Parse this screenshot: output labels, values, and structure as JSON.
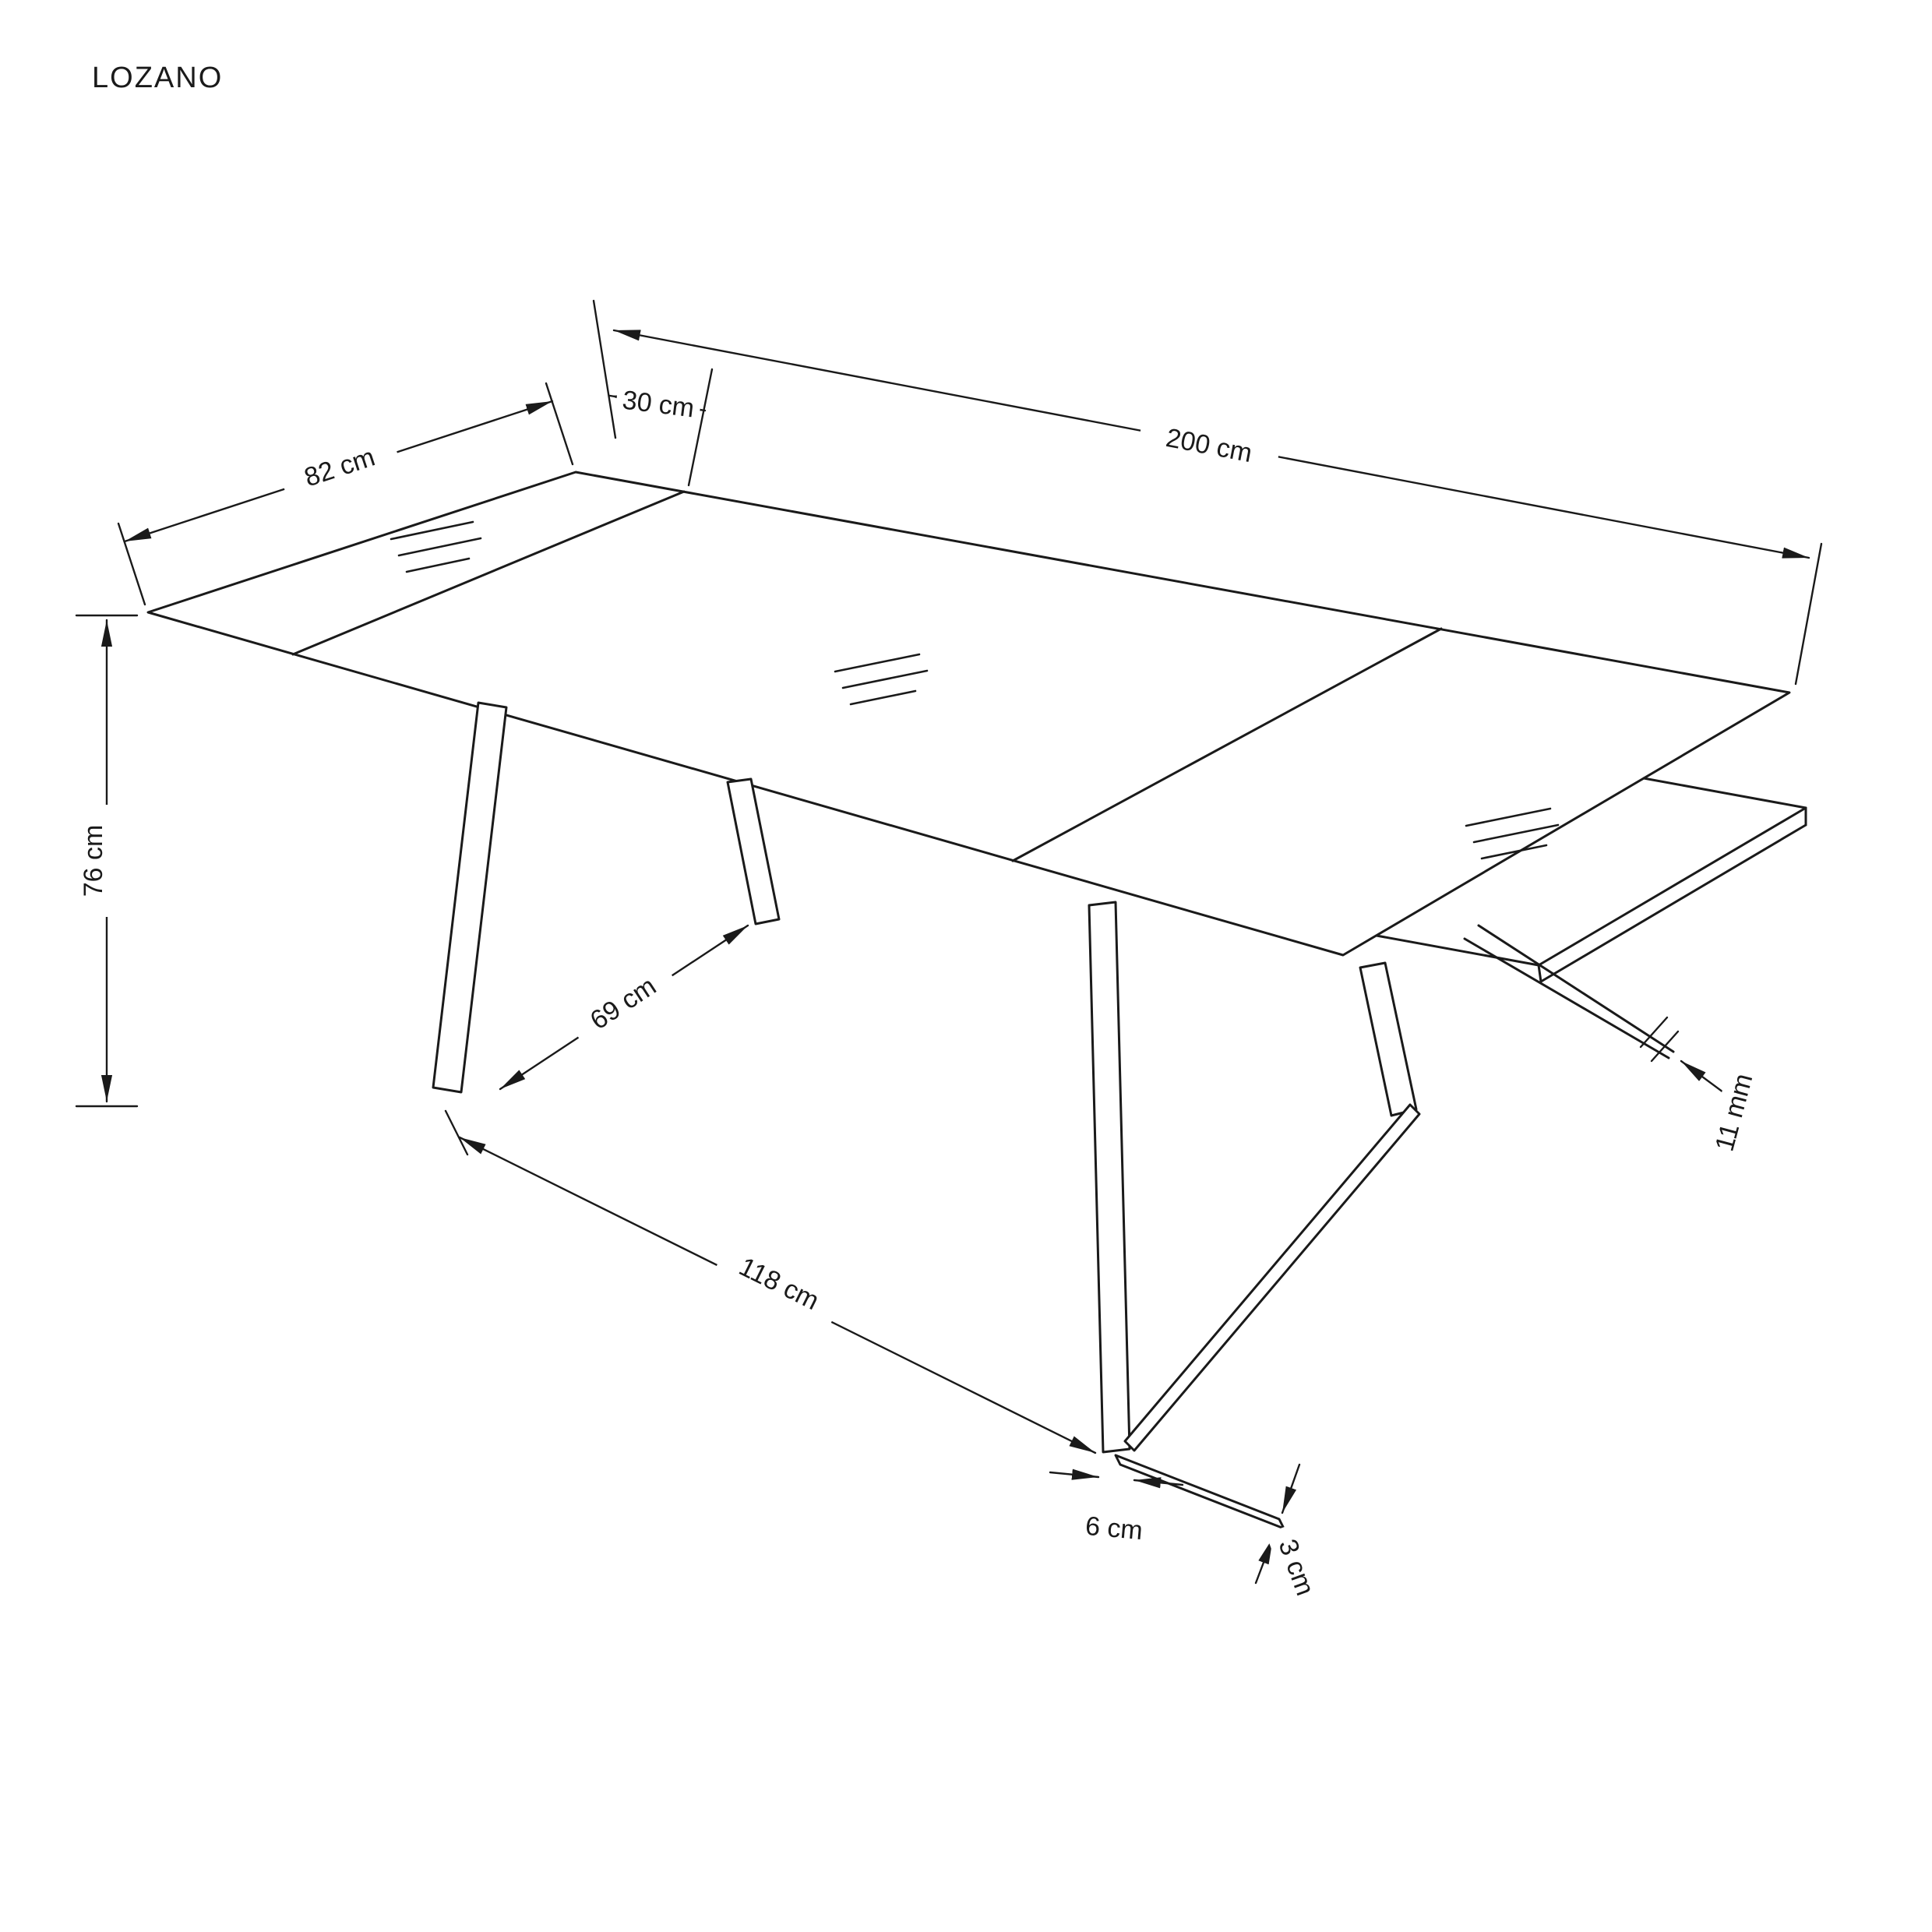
{
  "title": "LOZANO",
  "drawing": {
    "labels": {
      "length": "200 cm",
      "extension": "30 cm",
      "depth": "82 cm",
      "height": "76 cm",
      "inner_span": "69 cm",
      "outer_span": "118 cm",
      "foot_width": "6 cm",
      "foot_depth": "3 cm",
      "top_thickness": "11 mm"
    }
  }
}
